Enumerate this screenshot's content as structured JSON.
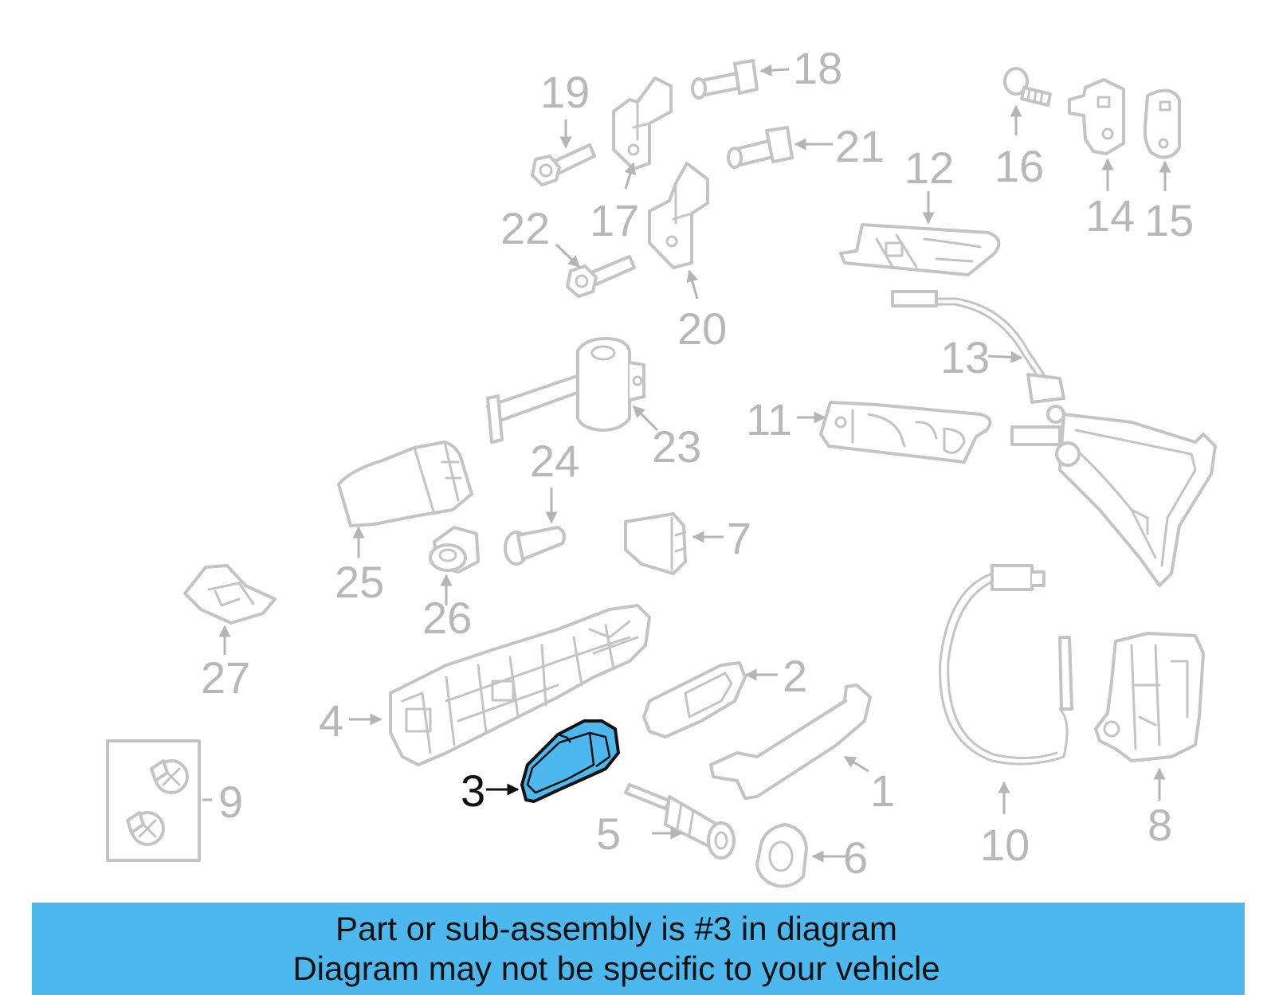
{
  "labels": [
    "1",
    "2",
    "3",
    "4",
    "5",
    "6",
    "7",
    "8",
    "9",
    "10",
    "11",
    "12",
    "13",
    "14",
    "15",
    "16",
    "17",
    "18",
    "19",
    "20",
    "21",
    "22",
    "23",
    "24",
    "25",
    "26",
    "27"
  ],
  "highlight": {
    "part": "3",
    "color": "#4db8ee"
  },
  "caption": {
    "line1": "Part or sub-assembly is #3 in diagram",
    "line2": "Diagram may not be specific to your vehicle"
  }
}
